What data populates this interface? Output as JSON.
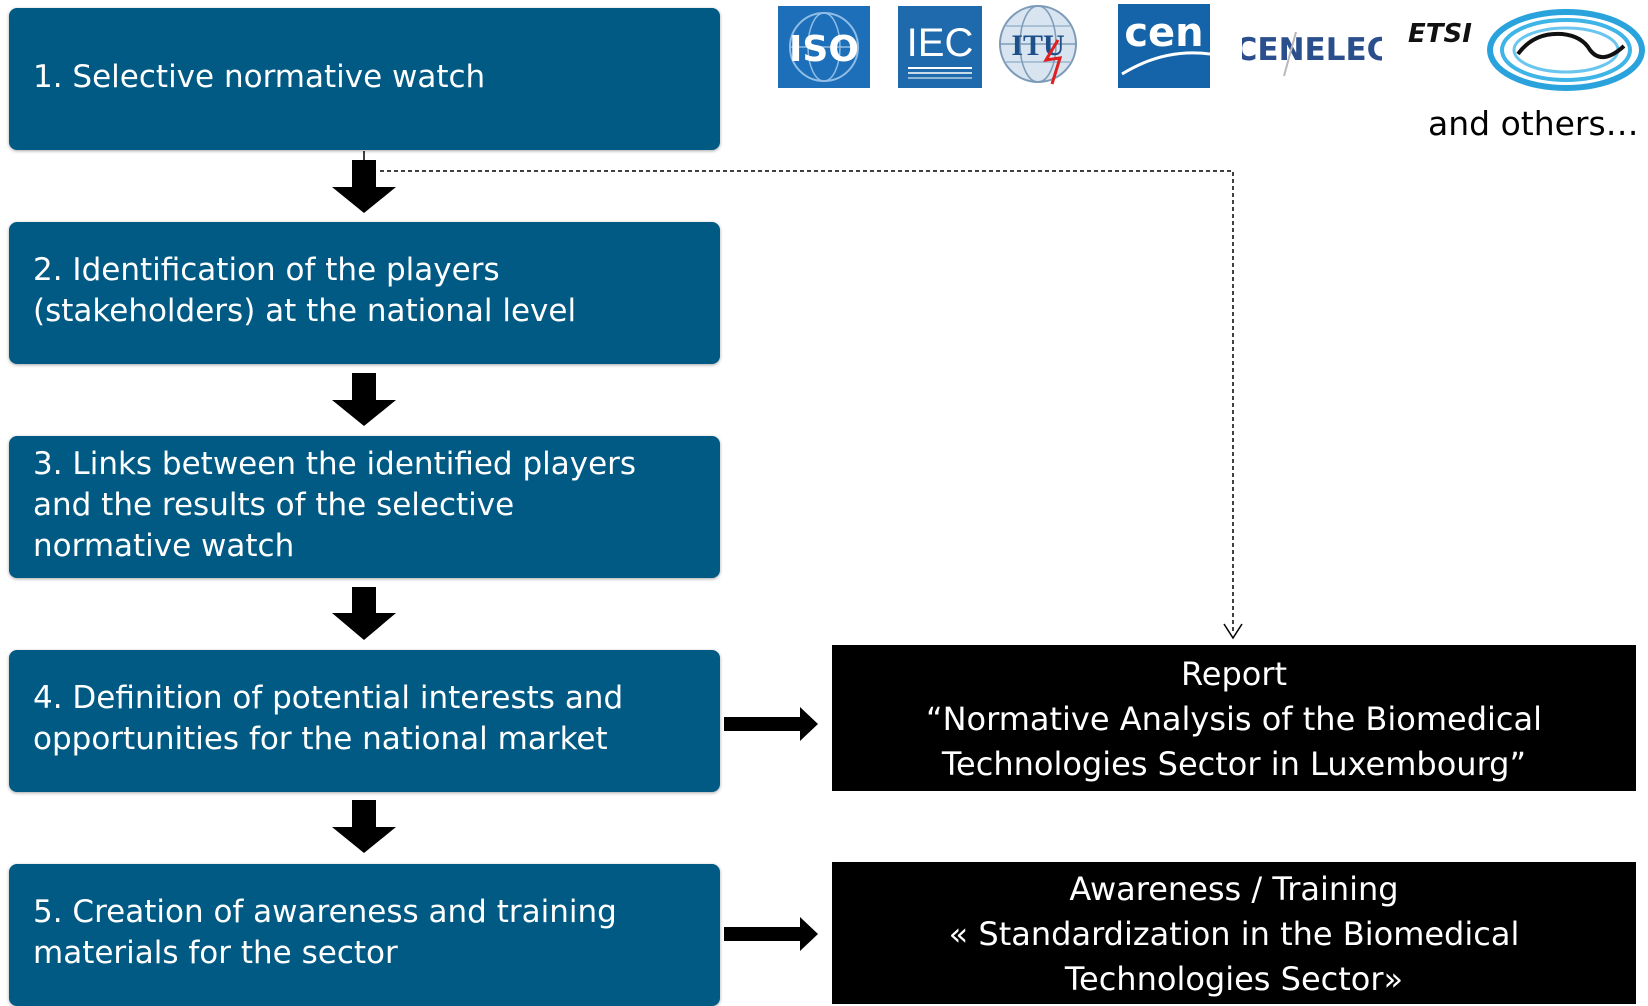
{
  "steps": [
    {
      "line1": "1. Selective normative watch",
      "line2": "",
      "line3": ""
    },
    {
      "line1": "2. Identification of the players",
      "line2": "(stakeholders) at the national level",
      "line3": ""
    },
    {
      "line1": "3. Links between the identified players",
      "line2": "and the results of the selective",
      "line3": "normative watch"
    },
    {
      "line1": "4. Definition of potential interests and",
      "line2": "opportunities for the national market",
      "line3": ""
    },
    {
      "line1": "5. Creation of awareness and training",
      "line2": "materials for the sector",
      "line3": ""
    }
  ],
  "outputs": [
    {
      "line1": "Report",
      "line2": "“Normative Analysis of the Biomedical",
      "line3": "Technologies Sector in Luxembourg”"
    },
    {
      "line1": "Awareness / Training",
      "line2": "« Standardization in the Biomedical",
      "line3": "Technologies Sector»"
    }
  ],
  "logos": {
    "iso": "ISO",
    "iec": "IEC",
    "itu": "ITU",
    "cen": "cen",
    "cenelec": "CENELEC",
    "etsi": "ETSI"
  },
  "others_text": "and others…",
  "colors": {
    "step_fill": "#015a84",
    "output_fill": "#000000",
    "arrow": "#000000"
  }
}
